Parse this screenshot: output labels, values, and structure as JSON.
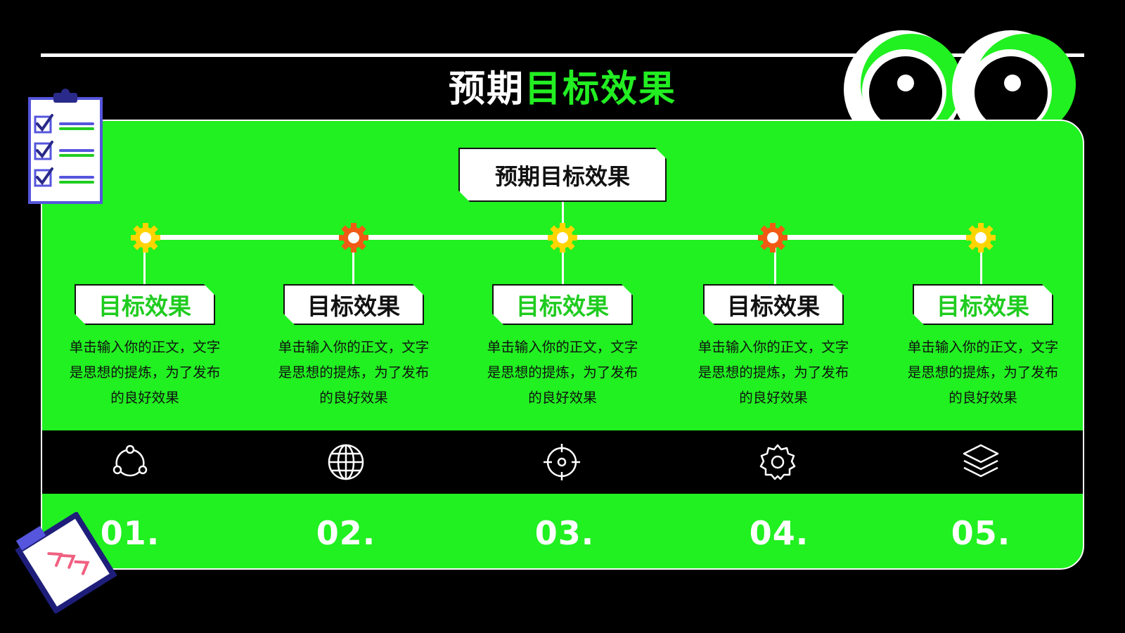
{
  "slide": {
    "title_white": "预期",
    "title_green": "目标效果",
    "center_callout": "预期目标效果"
  },
  "items": [
    {
      "label": "目标效果",
      "text_line1": "单击输入你的正文，文字",
      "text_line2": "是思想的提炼，为了发布",
      "text_line3": "的良好效果",
      "icon": "refresh-cycle-icon",
      "number": "01.",
      "gear_color": "#ffd400",
      "label_color": "#1fcc1f"
    },
    {
      "label": "目标效果",
      "text_line1": "单击输入你的正文，文字",
      "text_line2": "是思想的提炼，为了发布",
      "text_line3": "的良好效果",
      "icon": "globe-icon",
      "number": "02.",
      "gear_color": "#f05a14",
      "label_color": "#111111"
    },
    {
      "label": "目标效果",
      "text_line1": "单击输入你的正文，文字",
      "text_line2": "是思想的提炼，为了发布",
      "text_line3": "的良好效果",
      "icon": "crosshair-target-icon",
      "number": "03.",
      "gear_color": "#ffd400",
      "label_color": "#1fcc1f"
    },
    {
      "label": "目标效果",
      "text_line1": "单击输入你的正文，文字",
      "text_line2": "是思想的提炼，为了发布",
      "text_line3": "的良好效果",
      "icon": "gear-icon",
      "number": "04.",
      "gear_color": "#f05a14",
      "label_color": "#111111"
    },
    {
      "label": "目标效果",
      "text_line1": "单击输入你的正文，文字",
      "text_line2": "是思想的提炼，为了发布",
      "text_line3": "的良好效果",
      "icon": "layers-icon",
      "number": "05.",
      "gear_color": "#ffd400",
      "label_color": "#1fcc1f"
    }
  ],
  "colors": {
    "background": "#000000",
    "accent_green": "#21f021",
    "label_green": "#1fcc1f",
    "gear_yellow": "#ffd400",
    "gear_orange": "#f05a14",
    "clipboard_blue": "#5555dd"
  }
}
